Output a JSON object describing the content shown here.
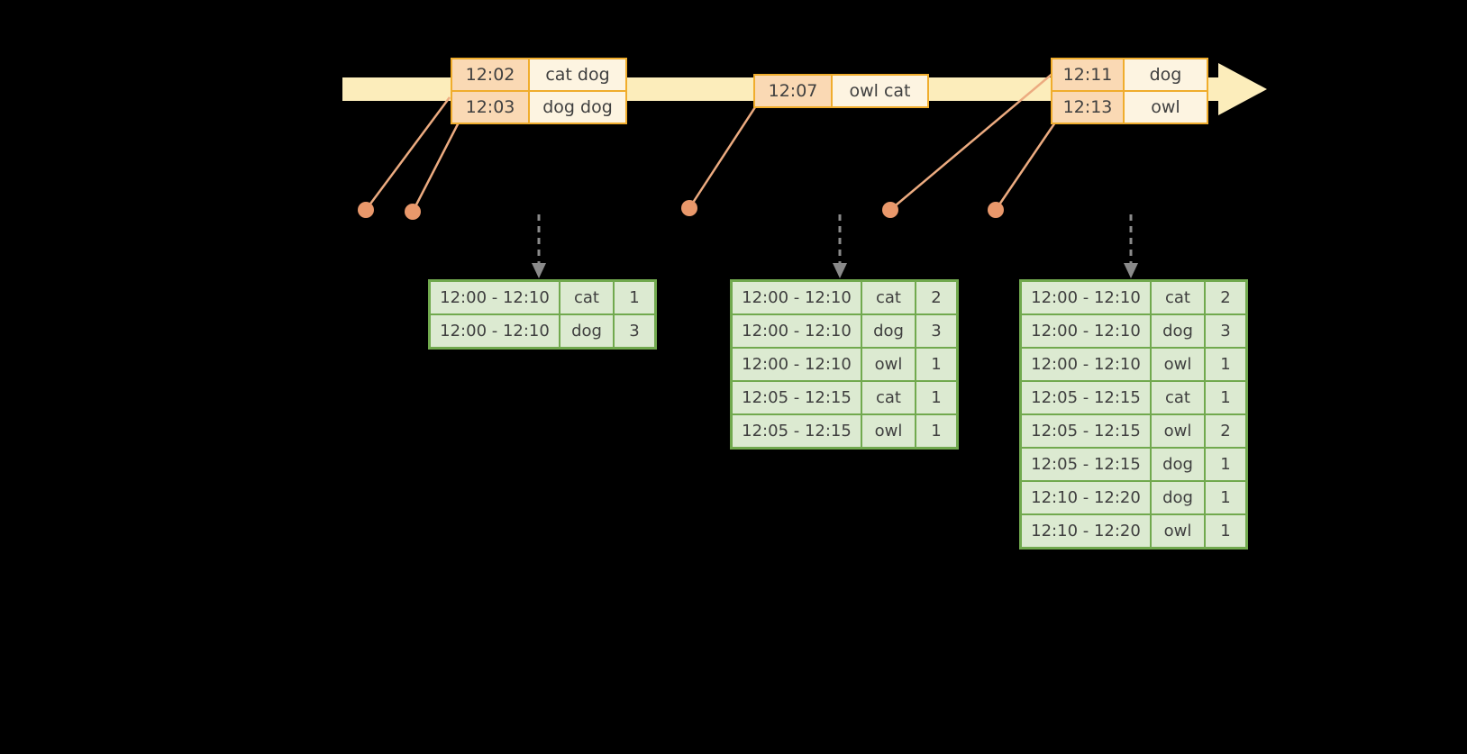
{
  "colors": {
    "background": "#000000",
    "timeline": "#fcedbb",
    "event_border": "#f0ad2d",
    "event_time_fill": "#fad9b4",
    "event_value_fill": "#fdf4e1",
    "connector": "#ecab80",
    "dot": "#e9986b",
    "dashed_arrow": "#8a8a8a",
    "result_border": "#71a94e",
    "result_fill": "#dcead1",
    "text": "#3f3f3f"
  },
  "events": [
    {
      "rows": [
        {
          "time": "12:02",
          "words": "cat dog"
        },
        {
          "time": "12:03",
          "words": "dog dog"
        }
      ]
    },
    {
      "rows": [
        {
          "time": "12:07",
          "words": "owl cat"
        }
      ]
    },
    {
      "rows": [
        {
          "time": "12:11",
          "words": "dog"
        },
        {
          "time": "12:13",
          "words": "owl"
        }
      ]
    }
  ],
  "result_tables": [
    {
      "rows": [
        {
          "window": "12:00 - 12:10",
          "word": "cat",
          "count": "1"
        },
        {
          "window": "12:00 - 12:10",
          "word": "dog",
          "count": "3"
        }
      ]
    },
    {
      "rows": [
        {
          "window": "12:00 - 12:10",
          "word": "cat",
          "count": "2"
        },
        {
          "window": "12:00 - 12:10",
          "word": "dog",
          "count": "3"
        },
        {
          "window": "12:00 - 12:10",
          "word": "owl",
          "count": "1"
        },
        {
          "window": "12:05 - 12:15",
          "word": "cat",
          "count": "1"
        },
        {
          "window": "12:05 - 12:15",
          "word": "owl",
          "count": "1"
        }
      ]
    },
    {
      "rows": [
        {
          "window": "12:00 - 12:10",
          "word": "cat",
          "count": "2"
        },
        {
          "window": "12:00 - 12:10",
          "word": "dog",
          "count": "3"
        },
        {
          "window": "12:00 - 12:10",
          "word": "owl",
          "count": "1"
        },
        {
          "window": "12:05 - 12:15",
          "word": "cat",
          "count": "1"
        },
        {
          "window": "12:05 - 12:15",
          "word": "owl",
          "count": "2"
        },
        {
          "window": "12:05 - 12:15",
          "word": "dog",
          "count": "1"
        },
        {
          "window": "12:10 - 12:20",
          "word": "dog",
          "count": "1"
        },
        {
          "window": "12:10 - 12:20",
          "word": "owl",
          "count": "1"
        }
      ]
    }
  ]
}
